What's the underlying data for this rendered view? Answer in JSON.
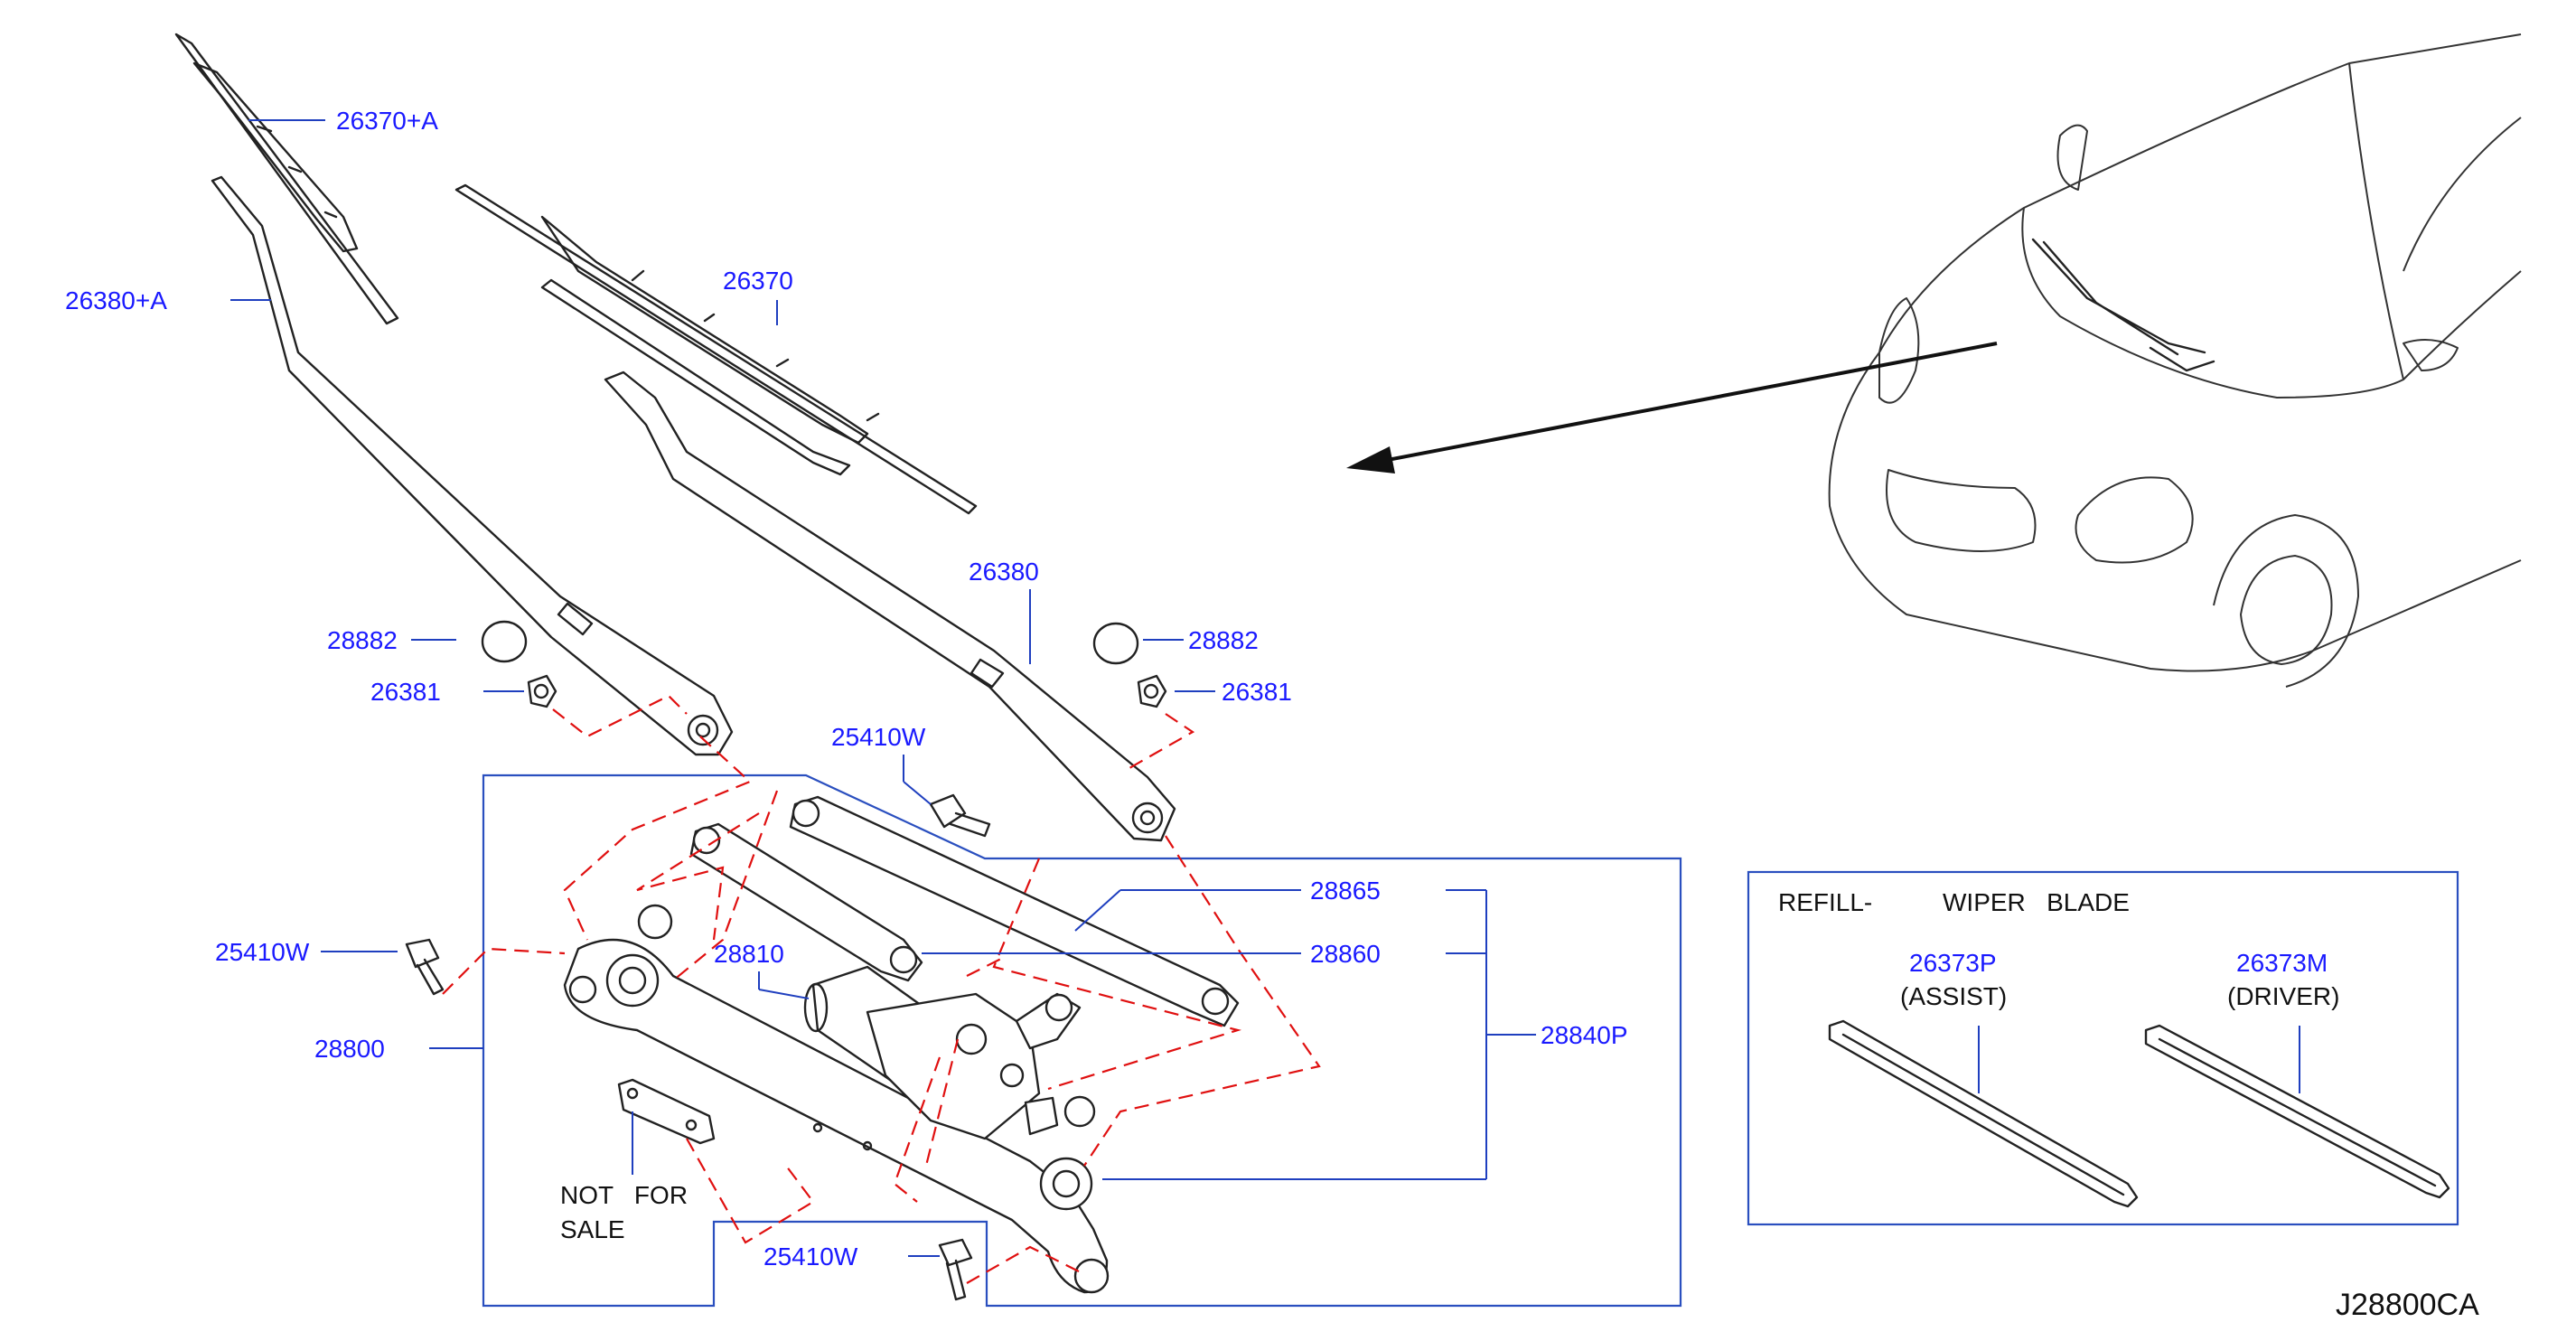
{
  "diagram_code": "J28800CA",
  "parts": {
    "p26370A": "26370+A",
    "p26380A": "26380+A",
    "p26370": "26370",
    "p26380": "26380",
    "p28882_left": "28882",
    "p28882_right": "28882",
    "p26381_left": "26381",
    "p26381_right": "26381",
    "p25410W_top": "25410W",
    "p25410W_left": "25410W",
    "p25410W_bottom": "25410W",
    "p28800": "28800",
    "p28810": "28810",
    "p28865": "28865",
    "p28860": "28860",
    "p28840P": "28840P"
  },
  "not_for_sale": {
    "line1": "NOT   FOR",
    "line2": "SALE"
  },
  "refill_box": {
    "title_left": "REFILL-",
    "title_right": "WIPER   BLADE",
    "assist_part": "26373P",
    "assist_label": "(ASSIST)",
    "driver_part": "26373M",
    "driver_label": "(DRIVER)"
  },
  "colors": {
    "label": "#1a1aff",
    "leader": "#1f3fbf",
    "hidden_line": "#e01010",
    "outline": "#222222"
  }
}
